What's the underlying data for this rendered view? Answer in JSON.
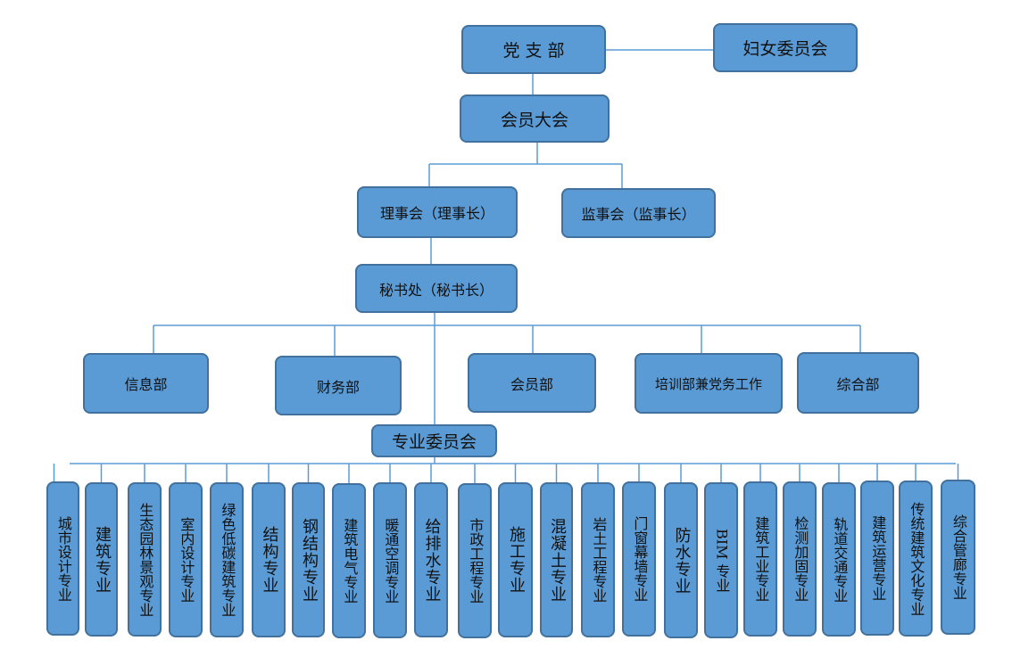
{
  "top": {
    "party_branch": "党 支 部",
    "women_committee": "妇女委员会",
    "general_assembly": "会员大会",
    "council": "理事会（理事长）",
    "supervisory_board": "监事会（监事长）",
    "secretariat": "秘书处（秘书长）"
  },
  "departments": [
    "信息部",
    "财务部",
    "会员部",
    "培训部兼党务工作",
    "综合部"
  ],
  "committee": "专业委员会",
  "specialties": [
    "城市设计专业",
    "建筑专业",
    "生态园林景观专业",
    "室内设计专业",
    "绿色低碳建筑专业",
    "结构专业",
    "钢结构专业",
    "建筑电气专业",
    "暖通空调专业",
    "给排水专业",
    "市政工程专业",
    "施工专业",
    "混凝土专业",
    "岩土工程专业",
    "门窗幕墙专业",
    "防水专业",
    "BIM 专业",
    "建筑工业专业",
    "检测加固专业",
    "轨道交通专业",
    "建筑运营专业",
    "传统建筑文化专业",
    "综合管廊专业"
  ],
  "colors": {
    "fill": "#5b9bd5",
    "border": "#41719c",
    "line": "#5b9bd5"
  }
}
